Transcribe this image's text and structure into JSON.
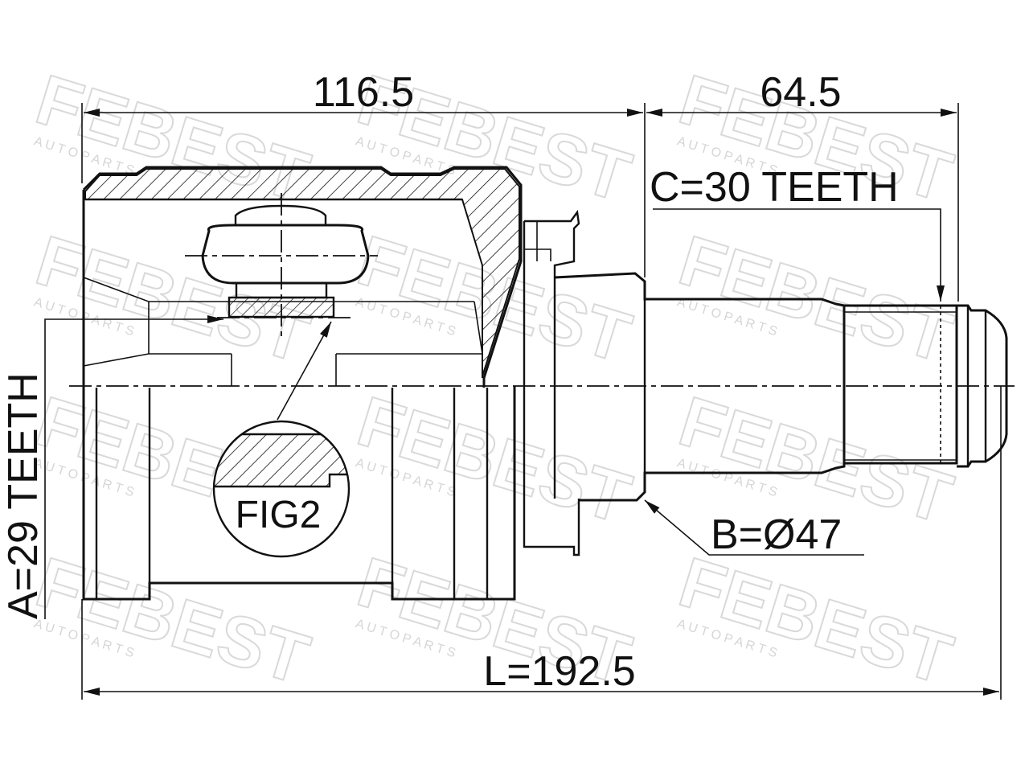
{
  "dimensions": {
    "top_left": "116.5",
    "top_right": "64.5",
    "overall_length": "L=192.5",
    "spline_c": "C=30 TEETH",
    "diameter_b": "B=Ø47",
    "spline_a": "A=29 TEETH"
  },
  "detail": {
    "label": "FIG2"
  },
  "watermark": {
    "brand": "FEBEST",
    "sub": "A U T O   P A R T S"
  },
  "colors": {
    "line": "#111111",
    "watermark": "#d9d9d9"
  }
}
